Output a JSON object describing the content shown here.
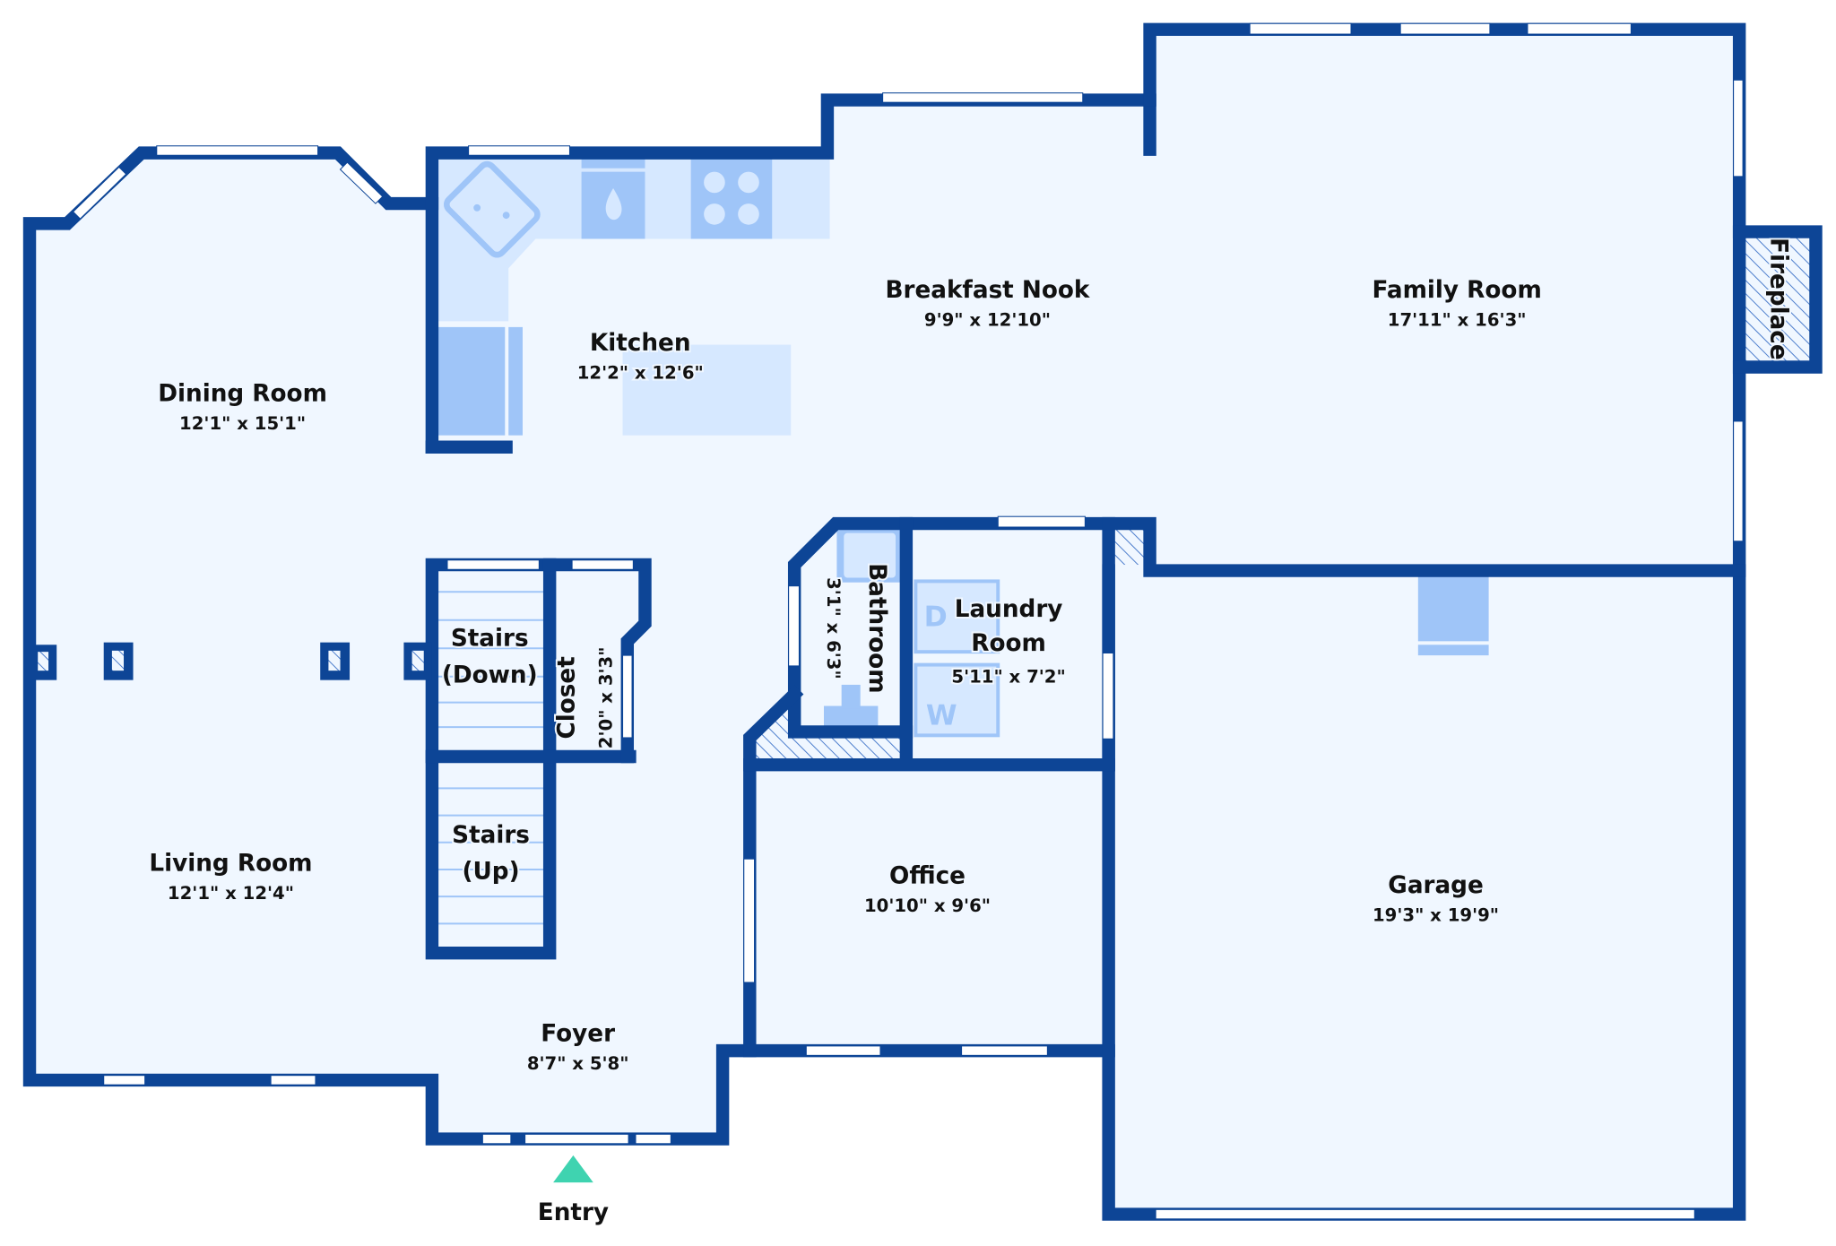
{
  "colors": {
    "wall": "#0d4596",
    "floor": "#f0f7ff",
    "fixture": "#9fc5f8",
    "fixture_light": "#d6e8ff",
    "entry_marker": "#3fd3b0"
  },
  "rooms": {
    "dining": {
      "name": "Dining Room",
      "size": "12'1\" x 15'1\""
    },
    "kitchen": {
      "name": "Kitchen",
      "size": "12'2\" x 12'6\""
    },
    "nook": {
      "name": "Breakfast Nook",
      "size": "9'9\" x 12'10\""
    },
    "family": {
      "name": "Family Room",
      "size": "17'11\" x 16'3\""
    },
    "fireplace": {
      "name": "Fireplace"
    },
    "stairs_down": {
      "name_line1": "Stairs",
      "name_line2": "(Down)"
    },
    "stairs_up": {
      "name_line1": "Stairs",
      "name_line2": "(Up)"
    },
    "closet": {
      "name": "Closet",
      "size": "2'0\" x 3'3\""
    },
    "bathroom": {
      "name": "Bathroom",
      "size": "3'1\" x 6'3\""
    },
    "laundry": {
      "name_line1": "Laundry",
      "name_line2": "Room",
      "size": "5'11\" x 7'2\""
    },
    "living": {
      "name": "Living Room",
      "size": "12'1\" x 12'4\""
    },
    "office": {
      "name": "Office",
      "size": "10'10\" x 9'6\""
    },
    "garage": {
      "name": "Garage",
      "size": "19'3\" x 19'9\""
    },
    "foyer": {
      "name": "Foyer",
      "size": "8'7\" x 5'8\""
    }
  },
  "appliances": {
    "washer_letter": "W",
    "dryer_letter": "D"
  },
  "entry": {
    "label": "Entry",
    "icon": "triangle-up"
  }
}
